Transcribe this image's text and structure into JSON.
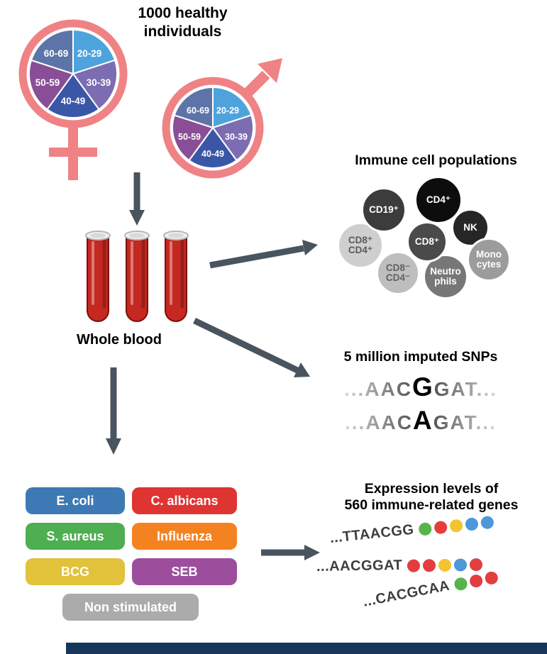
{
  "title": "1000 healthy\nindividuals",
  "demographics": {
    "symbol_color": "#EF8285",
    "age_groups": [
      {
        "label": "20-29",
        "color": "#4FA3DC"
      },
      {
        "label": "30-39",
        "color": "#7C6DB2"
      },
      {
        "label": "40-49",
        "color": "#3A57A7"
      },
      {
        "label": "50-59",
        "color": "#8A4E97"
      },
      {
        "label": "60-69",
        "color": "#5C74A8"
      }
    ]
  },
  "whole_blood_label": "Whole blood",
  "immune_cells": {
    "title": "Immune cell populations",
    "cells": [
      {
        "label": "CD8⁺\nCD4⁺",
        "color": "#CFCFCF",
        "text_color": "#5A5A5A"
      },
      {
        "label": "CD19⁺",
        "color": "#3C3C3C",
        "text_color": "#FFFFFF"
      },
      {
        "label": "NK",
        "color": "#262626",
        "text_color": "#FFFFFF"
      },
      {
        "label": "Mono\ncytes",
        "color": "#9C9C9C",
        "text_color": "#FFFFFF"
      },
      {
        "label": "CD8⁻\nCD4⁻",
        "color": "#BEBEBE",
        "text_color": "#606060"
      },
      {
        "label": "Neutro\nphils",
        "color": "#777777",
        "text_color": "#FFFFFF"
      },
      {
        "label": "CD8⁺",
        "color": "#4A4A4A",
        "text_color": "#FFFFFF"
      },
      {
        "label": "CD4⁺",
        "color": "#0D0D0D",
        "text_color": "#FFFFFF"
      }
    ]
  },
  "snps": {
    "title": "5 million imputed SNPs",
    "lines": [
      {
        "pre": "...AAC",
        "highlight": "G",
        "post": "GAT..."
      },
      {
        "pre": "...AAC",
        "highlight": "A",
        "post": "GAT..."
      }
    ]
  },
  "stimuli": [
    {
      "label": "E. coli",
      "color": "#3D7AB5"
    },
    {
      "label": "C. albicans",
      "color": "#DE3432"
    },
    {
      "label": "S. aureus",
      "color": "#4DAE52"
    },
    {
      "label": "Influenza",
      "color": "#F58220"
    },
    {
      "label": "BCG",
      "color": "#E2C13B"
    },
    {
      "label": "SEB",
      "color": "#9C4E9D"
    },
    {
      "label": "Non stimulated",
      "color": "#ABABAB"
    }
  ],
  "expression": {
    "title": "Expression levels of\n560 immune-related genes",
    "rows": [
      {
        "sequence": "...TTAACGG",
        "beads": [
          "#56B44B",
          "#E23E3E",
          "#F2C430",
          "#4D97DB",
          "#4D97DB"
        ]
      },
      {
        "sequence": "...AACGGAT",
        "beads": [
          "#E23E3E",
          "#E23E3E",
          "#F2C430",
          "#4D97DB",
          "#E23E3E"
        ]
      },
      {
        "sequence": "...CACGCAA",
        "beads": [
          "#56B44B",
          "#E23E3E",
          "#E23E3E"
        ]
      }
    ]
  },
  "colors": {
    "arrow": "#49545E",
    "tube_red": "#C42821",
    "banner": "#17365D"
  }
}
